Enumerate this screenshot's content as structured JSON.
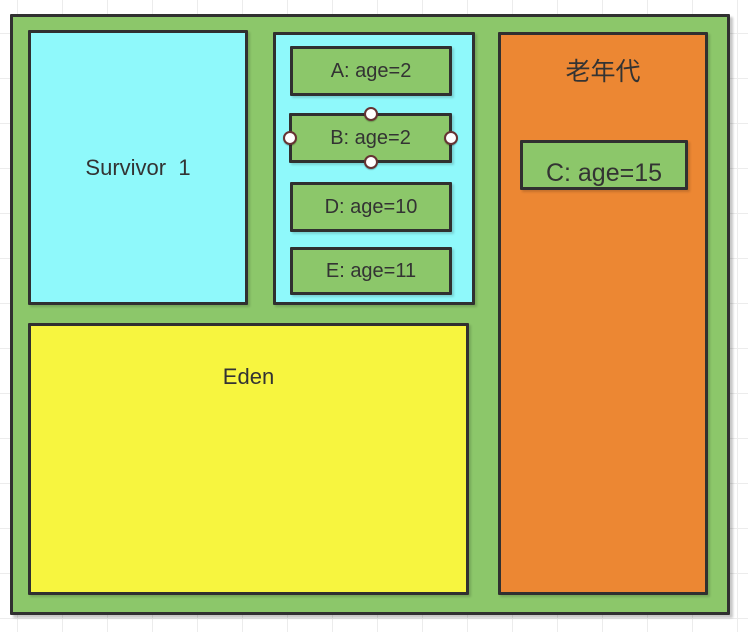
{
  "colors": {
    "heap_green": "#8CC76A",
    "survivor_cyan": "#8FF9FB",
    "eden_yellow": "#F7F53F",
    "oldgen_orange": "#EC8733",
    "shape_border": "#303030",
    "text": "#333333",
    "handle_fill": "#FFFFFF",
    "handle_border": "#663333",
    "grid_line": "#ECECEC"
  },
  "diagram": {
    "survivor": {
      "label": "Survivor  1"
    },
    "young": {
      "objects": [
        {
          "label": "A: age=2"
        },
        {
          "label": "B: age=2"
        },
        {
          "label": "D: age=10"
        },
        {
          "label": "E: age=11"
        }
      ],
      "selected_object": "B: age=2"
    },
    "old_gen": {
      "label": "老年代",
      "object_c": {
        "label": "C: age=15"
      }
    },
    "eden": {
      "label": "Eden"
    }
  }
}
